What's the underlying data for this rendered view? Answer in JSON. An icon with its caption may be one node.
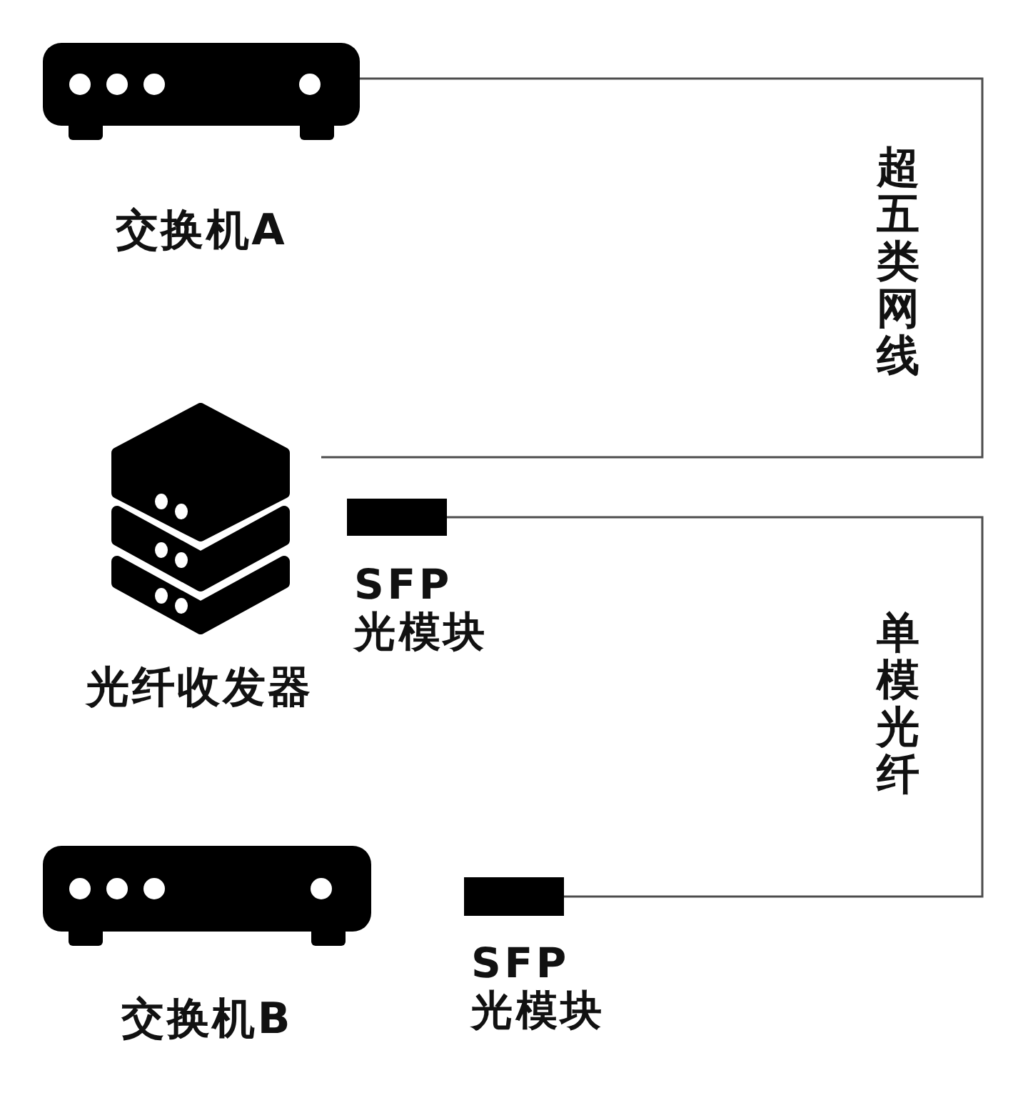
{
  "diagram": {
    "nodes": [
      {
        "text": [
          "交换机A"
        ]
      },
      {
        "text": [
          "光纤收发器"
        ]
      },
      {
        "text": [],
        "shape": "bar",
        "beside": [
          "SFP 光模块"
        ]
      },
      {
        "text": [
          "交换机B"
        ]
      },
      {
        "text": [],
        "shape": "bar",
        "beside": [
          "SFP 光模块"
        ]
      }
    ],
    "edges": [
      {
        "from": 0,
        "to": 1,
        "arrow": "none",
        "label": "超五类网线"
      },
      {
        "from": 2,
        "to": 4,
        "arrow": "none",
        "label": "单模光纤"
      }
    ]
  }
}
